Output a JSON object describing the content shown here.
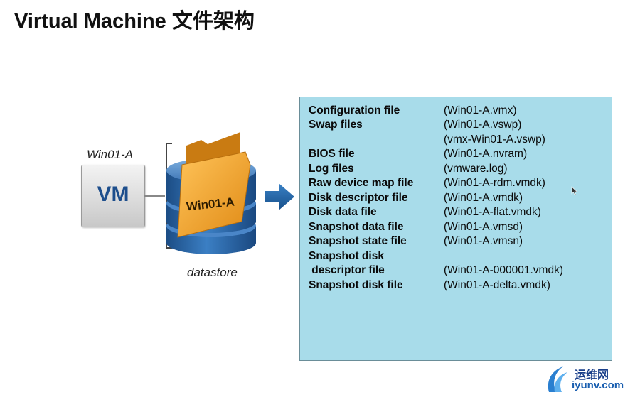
{
  "title": "Virtual Machine 文件架构",
  "vm": {
    "name_label": "Win01-A",
    "box_label": "VM"
  },
  "datastore": {
    "folder_label": "Win01-A",
    "caption": "datastore"
  },
  "files": [
    {
      "name": "Configuration file",
      "file": "(Win01-A.vmx)"
    },
    {
      "name": "Swap files",
      "file": "(Win01-A.vswp)"
    },
    {
      "name": "",
      "file": "(vmx-Win01-A.vswp)"
    },
    {
      "name": "BIOS file",
      "file": "(Win01-A.nvram)"
    },
    {
      "name": "Log files",
      "file": "(vmware.log)"
    },
    {
      "name": "Raw device map file",
      "file": "(Win01-A-rdm.vmdk)"
    },
    {
      "name": "Disk descriptor file",
      "file": "(Win01-A.vmdk)"
    },
    {
      "name": "Disk data file",
      "file": "(Win01-A-flat.vmdk)"
    },
    {
      "name": "Snapshot data file",
      "file": "(Win01-A.vmsd)"
    },
    {
      "name": "Snapshot state file",
      "file": "(Win01-A.vmsn)"
    },
    {
      "name": "Snapshot disk",
      "file": ""
    },
    {
      "name": " descriptor file",
      "file": "(Win01-A-000001.vmdk)"
    },
    {
      "name": "Snapshot disk file",
      "file": "(Win01-A-delta.vmdk)"
    }
  ],
  "watermark": {
    "cn": "运维网",
    "en": "iyunv.com"
  },
  "colors": {
    "panel": "#a8dcea",
    "arrow": "#1e5f9c",
    "disk": "#2f6aa8",
    "folder": "#f0a430"
  },
  "icons": {
    "cursor": "mouse-pointer-icon",
    "logo": "iyunv-logo-icon"
  }
}
